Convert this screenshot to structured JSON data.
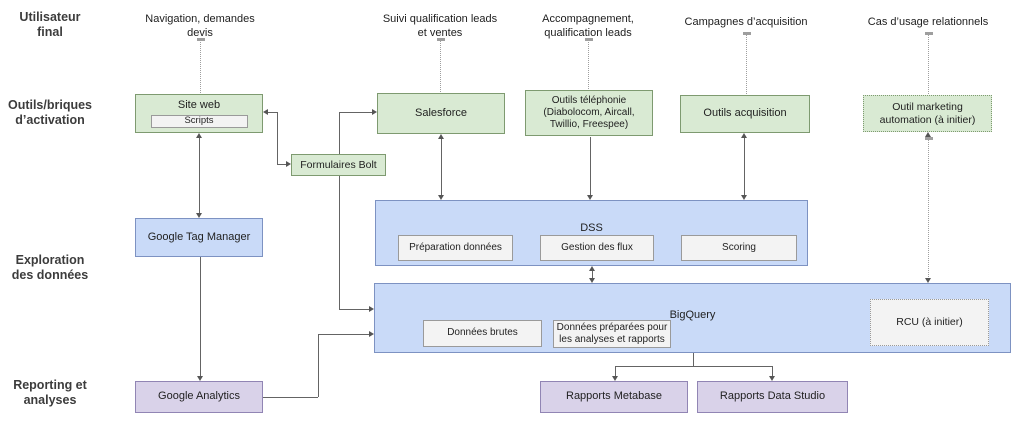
{
  "row_labels": [
    "Utilisateur\nfinal",
    "Outils/briques\nd’activation",
    "Exploration\ndes données",
    "Reporting et\nanalyses"
  ],
  "column_labels": [
    "Navigation, demandes\ndevis",
    "Suivi qualification leads\net ventes",
    "Accompagnement,\nqualification leads",
    "Campagnes d’acquisition",
    "Cas d’usage relationnels"
  ],
  "boxes": {
    "site_web": "Site web",
    "scripts": "Scripts",
    "salesforce": "Salesforce",
    "telephonie": "Outils téléphonie\n(Diabolocom, Aircall,\nTwillio, Freespee)",
    "acquisition": "Outils acquisition",
    "marketing": "Outil marketing\nautomation (à initier)",
    "formulaires_bolt": "Formulaires Bolt",
    "google_tag_manager": "Google Tag Manager",
    "dss": "DSS",
    "preparation_donnees": "Préparation données",
    "gestion_des_flux": "Gestion des flux",
    "scoring": "Scoring",
    "bigquery": "BigQuery",
    "donnees_brutes": "Données brutes",
    "donnees_preparees": "Données préparées pour\nles analyses et rapports",
    "rcu": "RCU (à initier)",
    "google_analytics": "Google Analytics",
    "rapports_metabase": "Rapports Metabase",
    "rapports_data_studio": "Rapports Data Studio"
  },
  "edges": [
    {
      "from": "column_label_navigation",
      "to": "site_web",
      "style": "dotted",
      "arrows": "none"
    },
    {
      "from": "column_label_suivi",
      "to": "salesforce",
      "style": "dotted",
      "arrows": "none"
    },
    {
      "from": "column_label_accompagnement",
      "to": "telephonie",
      "style": "dotted",
      "arrows": "none"
    },
    {
      "from": "column_label_campagnes",
      "to": "acquisition",
      "style": "dotted",
      "arrows": "none"
    },
    {
      "from": "column_label_cas_usage",
      "to": "marketing",
      "style": "dotted",
      "arrows": "none"
    },
    {
      "from": "site_web",
      "to": "google_tag_manager",
      "style": "solid",
      "arrows": "both"
    },
    {
      "from": "site_web",
      "to": "formulaires_bolt",
      "style": "solid",
      "arrows": "both"
    },
    {
      "from": "formulaires_bolt",
      "to": "salesforce",
      "style": "solid",
      "arrows": "end"
    },
    {
      "from": "formulaires_bolt",
      "to": "bigquery",
      "style": "solid",
      "arrows": "end"
    },
    {
      "from": "salesforce",
      "to": "dss",
      "style": "solid",
      "arrows": "both"
    },
    {
      "from": "telephonie",
      "to": "dss",
      "style": "solid",
      "arrows": "end"
    },
    {
      "from": "acquisition",
      "to": "dss",
      "style": "solid",
      "arrows": "both"
    },
    {
      "from": "dss",
      "to": "bigquery",
      "style": "solid",
      "arrows": "both"
    },
    {
      "from": "marketing",
      "to": "bigquery",
      "style": "dotted",
      "arrows": "both"
    },
    {
      "from": "google_tag_manager",
      "to": "google_analytics",
      "style": "solid",
      "arrows": "end"
    },
    {
      "from": "google_analytics",
      "to": "bigquery",
      "style": "solid",
      "arrows": "end"
    },
    {
      "from": "bigquery",
      "to": "rapports_metabase",
      "style": "solid",
      "arrows": "end"
    },
    {
      "from": "bigquery",
      "to": "rapports_data_studio",
      "style": "solid",
      "arrows": "end"
    }
  ],
  "colors": {
    "green_fill": "#d9ead3",
    "green_border": "#7e9a70",
    "blue_fill": "#c9daf8",
    "blue_border": "#7d92c2",
    "purple_fill": "#d9d2e9",
    "purple_border": "#9185b4",
    "gray_fill": "#f3f3f3",
    "gray_border": "#9a9a9a",
    "connector": "#646464"
  }
}
